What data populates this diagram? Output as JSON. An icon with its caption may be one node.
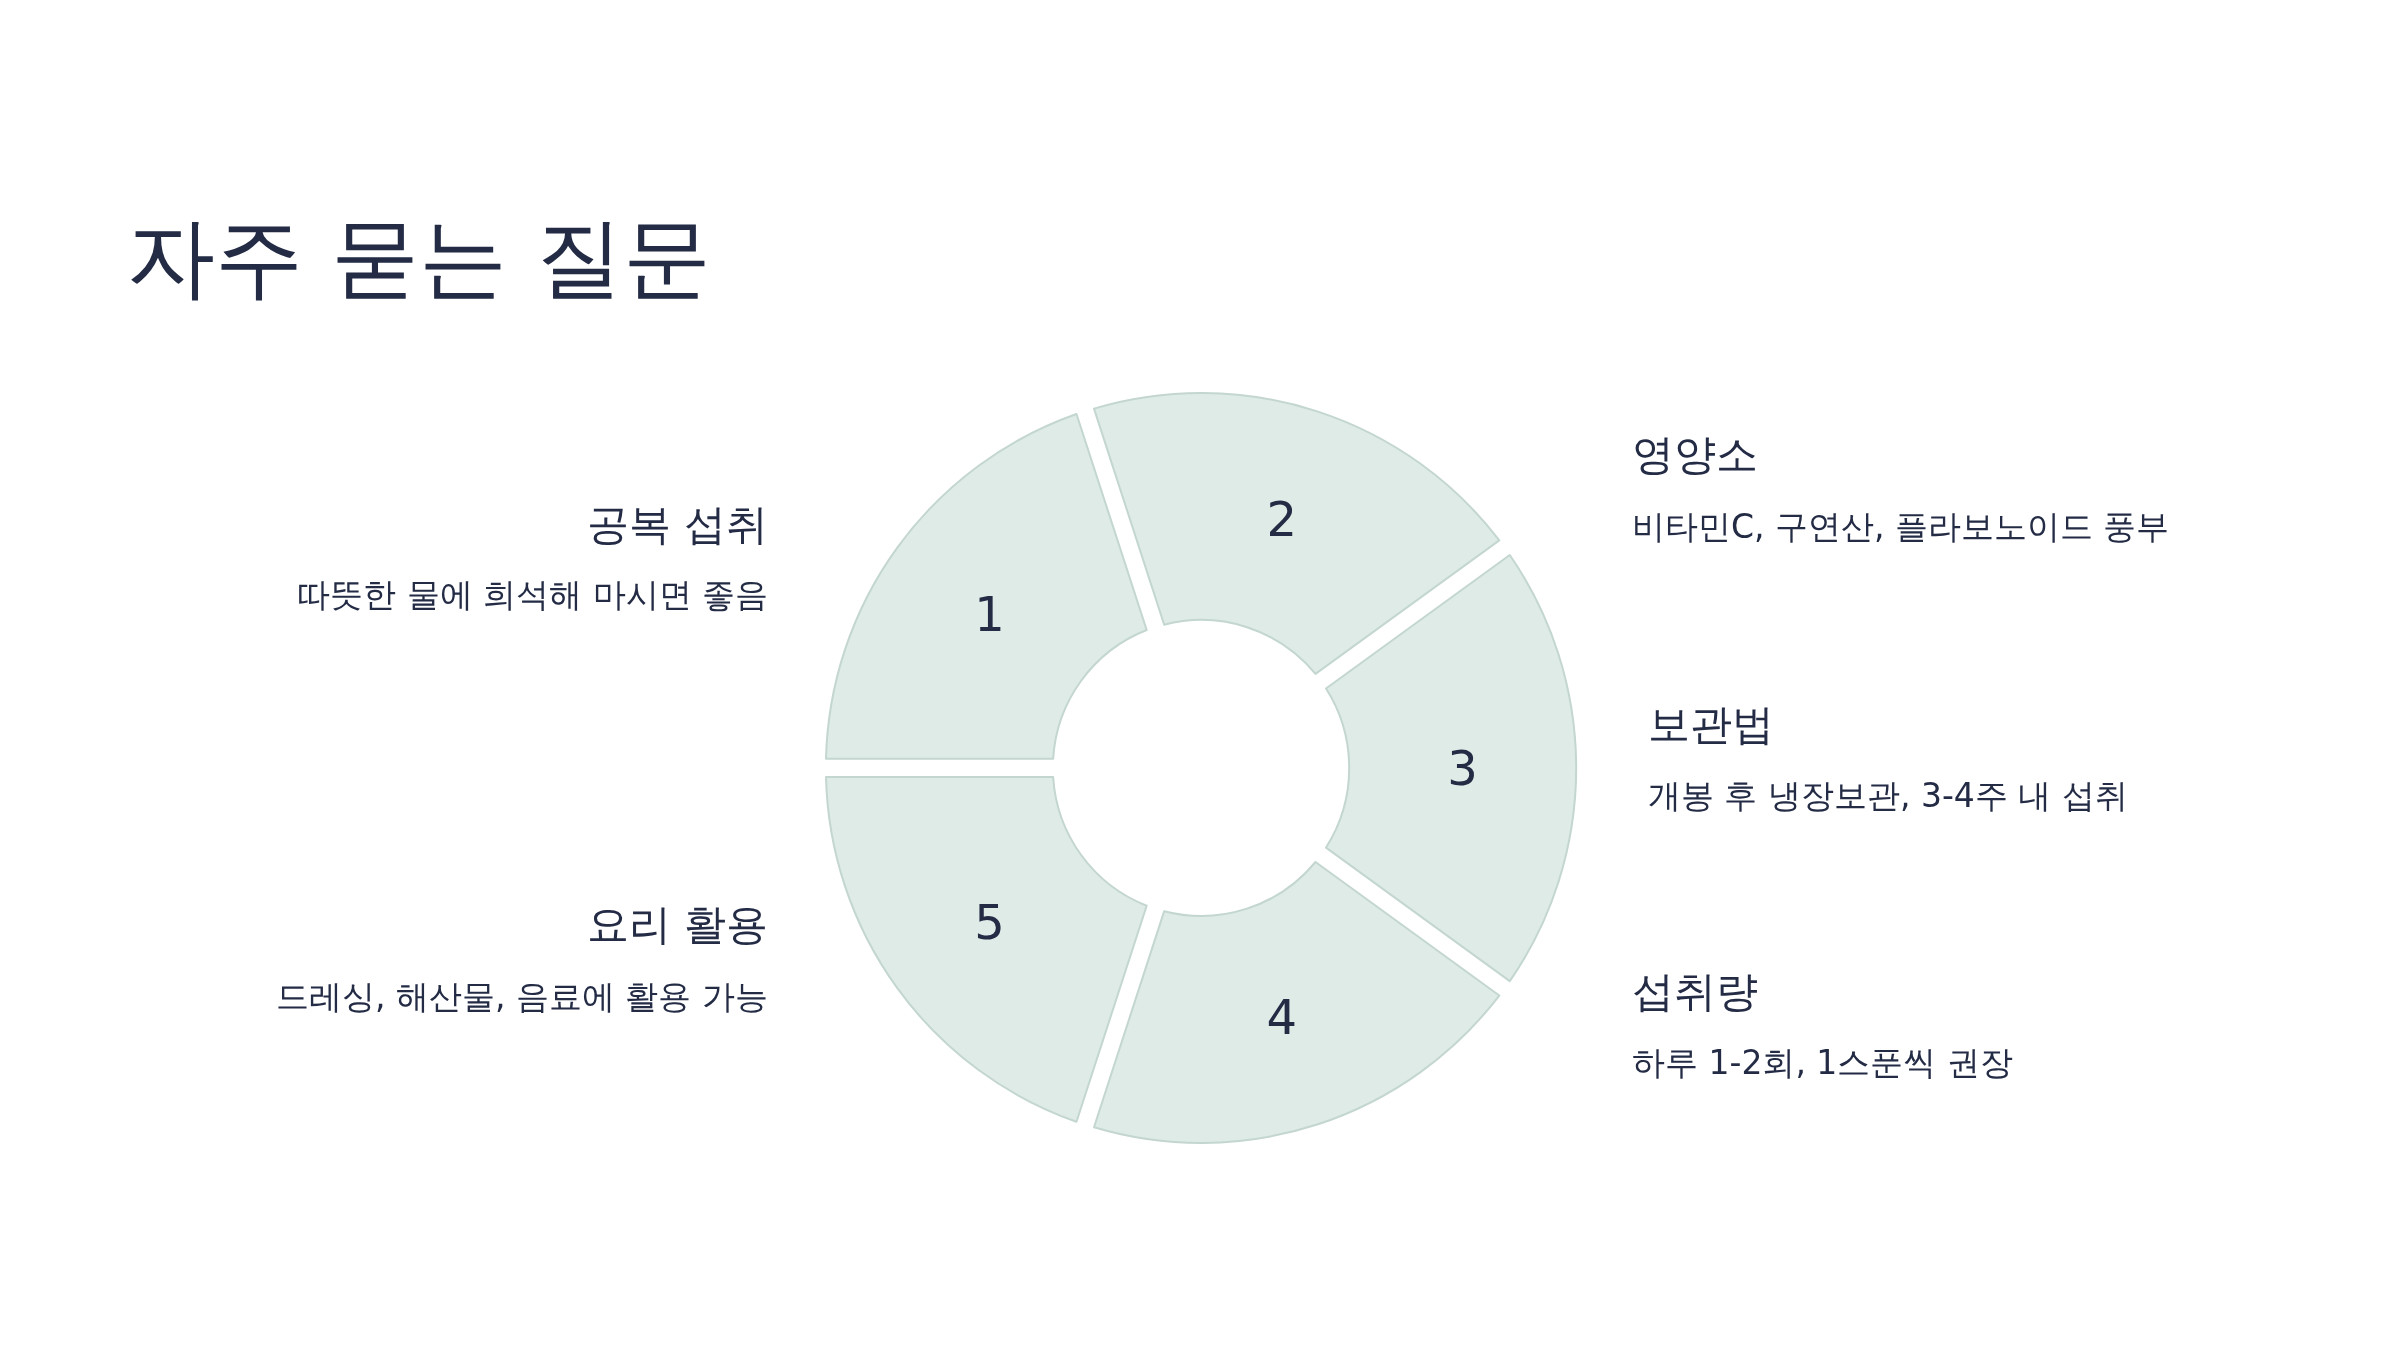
{
  "diagram": {
    "title": "자주 묻는 질문",
    "nodes": [
      {
        "text": [
          "1"
        ],
        "beside": [
          "공복 섭취",
          "따뜻한 물에 희석해 마시면 좋음"
        ]
      },
      {
        "text": [
          "2"
        ],
        "beside": [
          "영양소",
          "비타민C, 구연산, 플라보노이드 풍부"
        ]
      },
      {
        "text": [
          "3"
        ],
        "beside": [
          "보관법",
          "개봉 후 냉장보관, 3-4주 내 섭취"
        ]
      },
      {
        "text": [
          "4"
        ],
        "beside": [
          "섭취량",
          "하루 1-2회, 1스푼씩 권장"
        ]
      },
      {
        "text": [
          "5"
        ],
        "beside": [
          "요리 활용",
          "드레싱, 해산물, 음료에 활용 가능"
        ]
      }
    ]
  }
}
